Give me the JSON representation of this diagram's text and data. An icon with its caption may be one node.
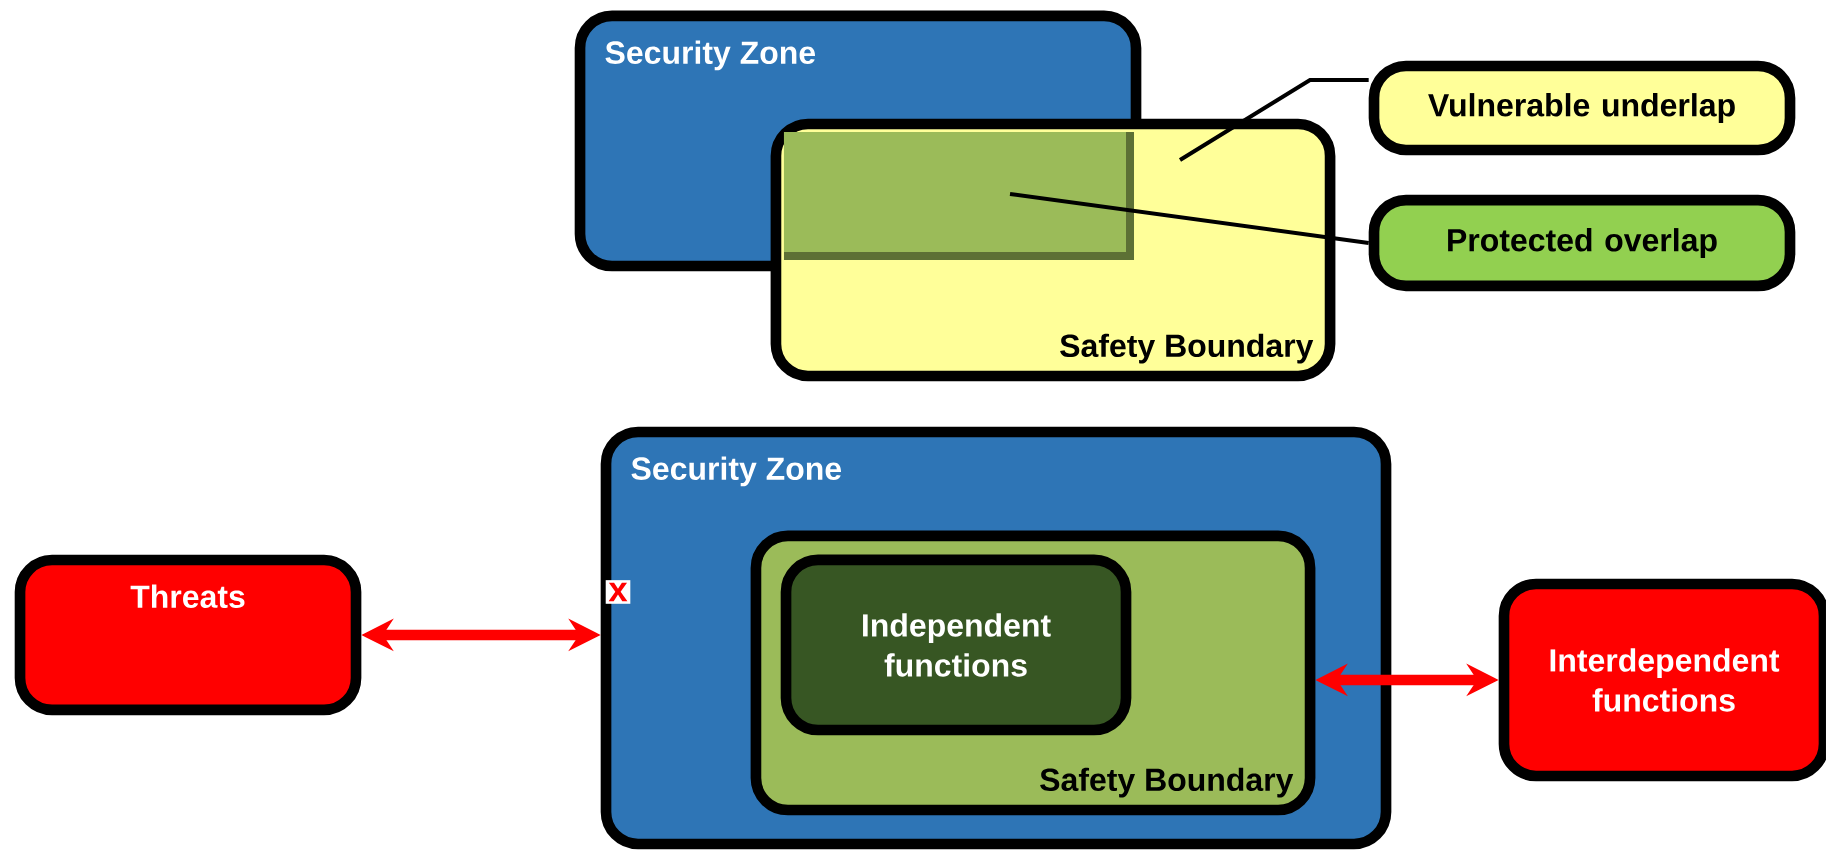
{
  "diagram": {
    "nodes": [
      {
        "text": [
          "Security Zone"
        ]
      },
      {
        "text": [
          "Safety Boundary"
        ]
      },
      {
        "text": [],
        "shape": "box"
      },
      {
        "text": [
          "Vulnerable underlap"
        ]
      },
      {
        "text": [
          "Protected overlap"
        ]
      },
      {
        "text": [
          "Security Zone"
        ]
      },
      {
        "text": [
          "Safety Boundary"
        ],
        "in": 5
      },
      {
        "text": [
          "Independent functions"
        ],
        "in": 6
      },
      {
        "text": [
          "Threats"
        ]
      },
      {
        "text": [
          "Interdependent functions"
        ]
      }
    ],
    "edges": [
      {
        "from": 3,
        "to": 1,
        "arrow": "none"
      },
      {
        "from": 4,
        "to": 2,
        "arrow": "none"
      },
      {
        "from": 8,
        "to": 5,
        "arrow": "both",
        "style": "thick",
        "color": "#ff0000"
      },
      {
        "from": 6,
        "to": 9,
        "arrow": "both",
        "style": "thick",
        "color": "#ff0000"
      }
    ],
    "labels": [
      "x"
    ]
  }
}
